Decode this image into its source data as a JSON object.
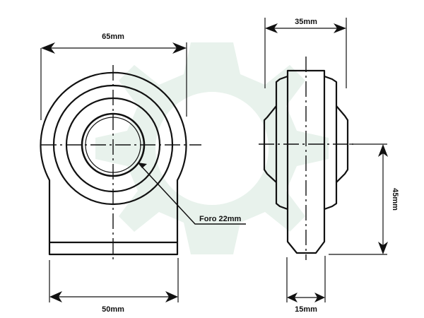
{
  "drawing": {
    "title": "Hitch ball joint / bushing technical drawing",
    "colors": {
      "line": "#111111",
      "background": "#ffffff",
      "watermark": "#e8f2ec"
    },
    "front_view": {
      "dimensions": {
        "overall_width": "65mm",
        "base_width": "50mm"
      },
      "callout": {
        "label": "Foro 22mm"
      }
    },
    "side_view": {
      "dimensions": {
        "overall_width": "35mm",
        "inner_width": "15mm",
        "center_height": "45mm"
      }
    },
    "watermark": {
      "icon": "gear-icon"
    }
  }
}
